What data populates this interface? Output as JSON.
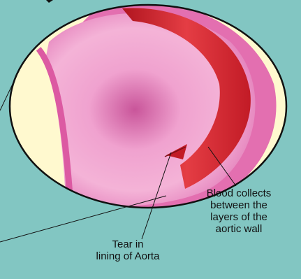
{
  "labels": {
    "blood": [
      "Blood collects",
      "between the",
      "layers of the",
      "aortic wall"
    ],
    "tear": [
      "Tear in",
      "lining of Aorta"
    ]
  },
  "colors": {
    "background": "#82c6c2",
    "lumen": "#fff9cf",
    "wall": "#e979b7",
    "wall_stripe": "#dc5aa2",
    "blood": "#cf2430",
    "outline": "#111111"
  }
}
